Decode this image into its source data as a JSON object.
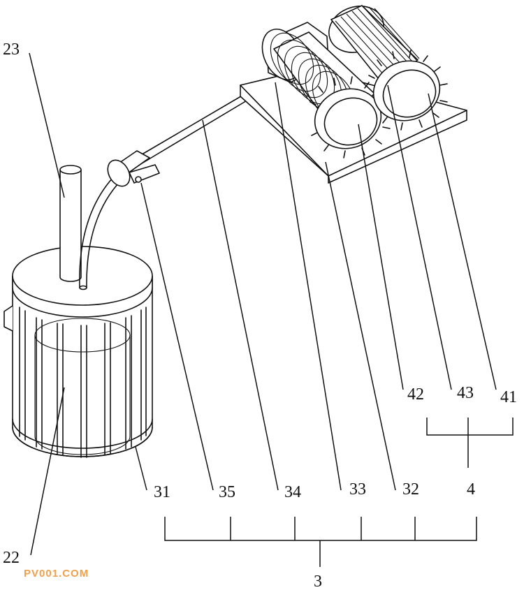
{
  "labels": {
    "l23": "23",
    "l22": "22",
    "l31": "31",
    "l35": "35",
    "l34": "34",
    "l33": "33",
    "l32": "32",
    "l42": "42",
    "l43": "43",
    "l41": "41",
    "l4": "4",
    "l3": "3"
  },
  "watermark": {
    "text": "PV001.COM",
    "color": "#f0a04b"
  }
}
